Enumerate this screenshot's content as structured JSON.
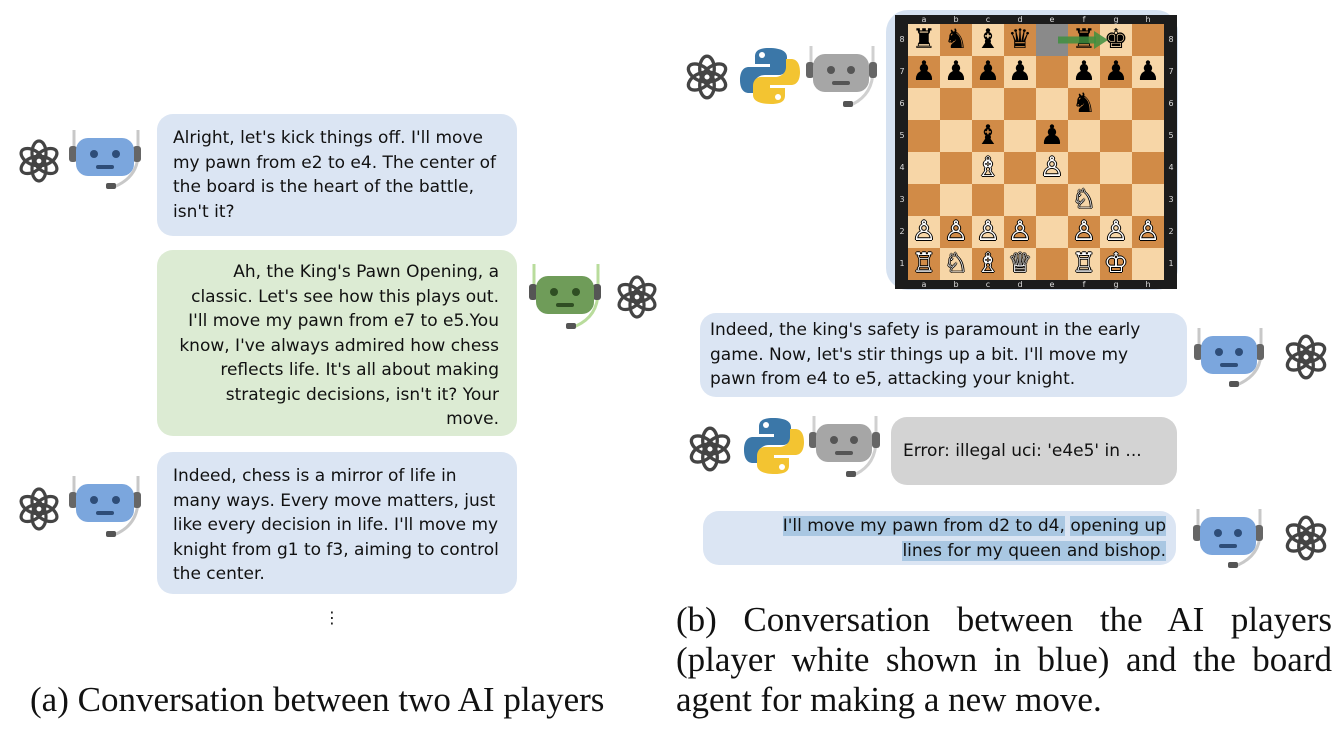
{
  "panel_a": {
    "messages": [
      {
        "speaker": "white",
        "text": "Alright, let's kick things off. I'll move my pawn from e2 to e4. The center of the board is the heart of the battle, isn't it?"
      },
      {
        "speaker": "black",
        "text": "Ah, the King's Pawn Opening, a classic. Let's see how this plays out. I'll move my pawn from e7 to e5.You know, I've always admired how chess reflects life. It's all about making strategic decisions, isn't it? Your move."
      },
      {
        "speaker": "white",
        "text": "Indeed, chess is a mirror of life in many ways. Every move matters, just like every decision in life. I'll move my knight from g1 to f3, aiming to control the center."
      }
    ],
    "ellipsis": "⋮",
    "caption": "(a) Conversation between two AI players"
  },
  "panel_b": {
    "board": {
      "files": [
        "a",
        "b",
        "c",
        "d",
        "e",
        "f",
        "g",
        "h"
      ],
      "ranks": [
        "8",
        "7",
        "6",
        "5",
        "4",
        "3",
        "2",
        "1"
      ],
      "pieces": [
        {
          "sq": "a8",
          "glyph": "♜",
          "color": "black"
        },
        {
          "sq": "b8",
          "glyph": "♞",
          "color": "black"
        },
        {
          "sq": "c8",
          "glyph": "♝",
          "color": "black"
        },
        {
          "sq": "d8",
          "glyph": "♛",
          "color": "black"
        },
        {
          "sq": "f8",
          "glyph": "♜",
          "color": "black"
        },
        {
          "sq": "g8",
          "glyph": "♚",
          "color": "black"
        },
        {
          "sq": "a7",
          "glyph": "♟",
          "color": "black"
        },
        {
          "sq": "b7",
          "glyph": "♟",
          "color": "black"
        },
        {
          "sq": "c7",
          "glyph": "♟",
          "color": "black"
        },
        {
          "sq": "d7",
          "glyph": "♟",
          "color": "black"
        },
        {
          "sq": "f7",
          "glyph": "♟",
          "color": "black"
        },
        {
          "sq": "g7",
          "glyph": "♟",
          "color": "black"
        },
        {
          "sq": "h7",
          "glyph": "♟",
          "color": "black"
        },
        {
          "sq": "f6",
          "glyph": "♞",
          "color": "black"
        },
        {
          "sq": "c5",
          "glyph": "♝",
          "color": "black"
        },
        {
          "sq": "e5",
          "glyph": "♟",
          "color": "black"
        },
        {
          "sq": "c4",
          "glyph": "♗",
          "color": "white"
        },
        {
          "sq": "e4",
          "glyph": "♙",
          "color": "white"
        },
        {
          "sq": "f3",
          "glyph": "♘",
          "color": "white"
        },
        {
          "sq": "a2",
          "glyph": "♙",
          "color": "white"
        },
        {
          "sq": "b2",
          "glyph": "♙",
          "color": "white"
        },
        {
          "sq": "c2",
          "glyph": "♙",
          "color": "white"
        },
        {
          "sq": "d2",
          "glyph": "♙",
          "color": "white"
        },
        {
          "sq": "f2",
          "glyph": "♙",
          "color": "white"
        },
        {
          "sq": "g2",
          "glyph": "♙",
          "color": "white"
        },
        {
          "sq": "h2",
          "glyph": "♙",
          "color": "white"
        },
        {
          "sq": "a1",
          "glyph": "♖",
          "color": "white"
        },
        {
          "sq": "b1",
          "glyph": "♘",
          "color": "white"
        },
        {
          "sq": "c1",
          "glyph": "♗",
          "color": "white"
        },
        {
          "sq": "d1",
          "glyph": "♕",
          "color": "white"
        },
        {
          "sq": "f1",
          "glyph": "♖",
          "color": "white"
        },
        {
          "sq": "g1",
          "glyph": "♔",
          "color": "white"
        }
      ],
      "last_move": {
        "from": "e8",
        "to": "g8"
      }
    },
    "messages": [
      {
        "speaker": "white",
        "text": "Indeed, the king's safety is paramount in the early game. Now, let's stir things up a bit. I'll move my pawn from e4 to e5, attacking your knight."
      },
      {
        "speaker": "board",
        "text": "Error: illegal uci: 'e4e5' in ..."
      },
      {
        "speaker": "white",
        "line1_plain": "I'll move my pawn from d2 to d4,",
        "line1_hl": "opening up",
        "line2_hl": "lines for my queen and bishop."
      }
    ],
    "caption_lines": [
      "(b) Conversation between the AI players",
      "(player white shown in blue) and the board",
      "agent for making a new move."
    ]
  },
  "colors": {
    "white_agent": "#7ba6dd",
    "black_agent": "#6f9c59",
    "board_agent": "#a6a6a6",
    "bubble_blue": "#dbe5f3",
    "bubble_green": "#dcebd3",
    "bubble_gray": "#d3d3d3",
    "light_square": "#f7d6a7",
    "dark_square": "#d18b47",
    "move_arrow": "#3f8f3f"
  },
  "icons": [
    "openai-logo-icon",
    "robot-icon",
    "python-logo-icon"
  ]
}
